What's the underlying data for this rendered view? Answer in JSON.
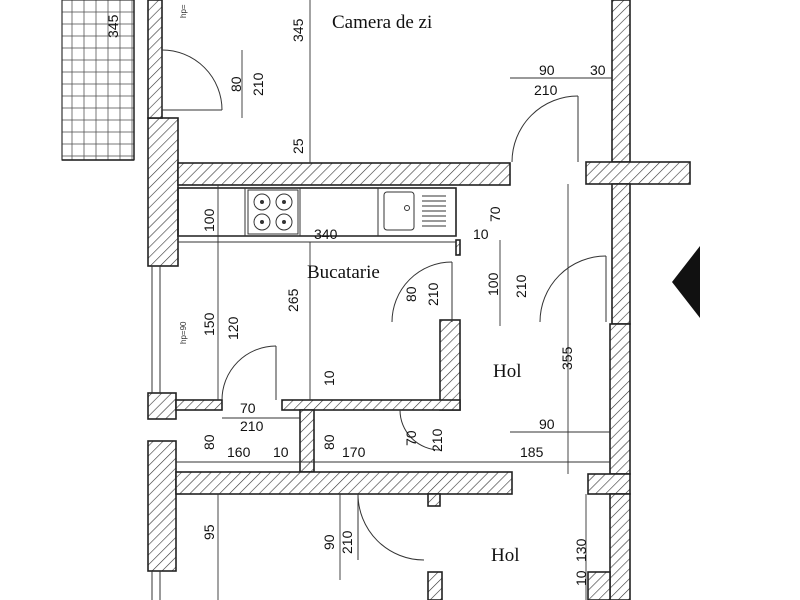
{
  "rooms": {
    "living": "Camera de zi",
    "kitchen": "Bucatarie",
    "hall_1": "Hol",
    "hall_2": "Hol"
  },
  "dimensions": {
    "d345_balcony": "345",
    "d345_living": "345",
    "d80_top": "80",
    "d210_top": "210",
    "d25": "25",
    "d90_top": "90",
    "d30_top": "30",
    "d210_topright": "210",
    "d100_kit": "100",
    "d340": "340",
    "d70_r": "70",
    "d10_r": "10",
    "d265": "265",
    "d80_kitdoor": "80",
    "d210_kitdoor": "210",
    "d100_hall": "100",
    "d210_hall": "210",
    "d150": "150",
    "d120": "120",
    "d355": "355",
    "d10_mid": "10",
    "d70_bath": "70",
    "d210_bath": "210",
    "d80_bath": "80",
    "d160": "160",
    "d10_bath": "10",
    "d80_mid": "80",
    "d170": "170",
    "d70_hall2": "70",
    "d210_hall2": "210",
    "d90_hall2": "90",
    "d185": "185",
    "d95": "95",
    "d90_bot": "90",
    "d210_bot": "210",
    "d130": "130",
    "d10_bot": "10"
  },
  "notes": {
    "hp_top": "hp=",
    "hp90": "hp=90"
  },
  "icons": {
    "entrance": "entrance-arrow-icon",
    "stove": "stove-icon",
    "sink": "sink-icon"
  }
}
